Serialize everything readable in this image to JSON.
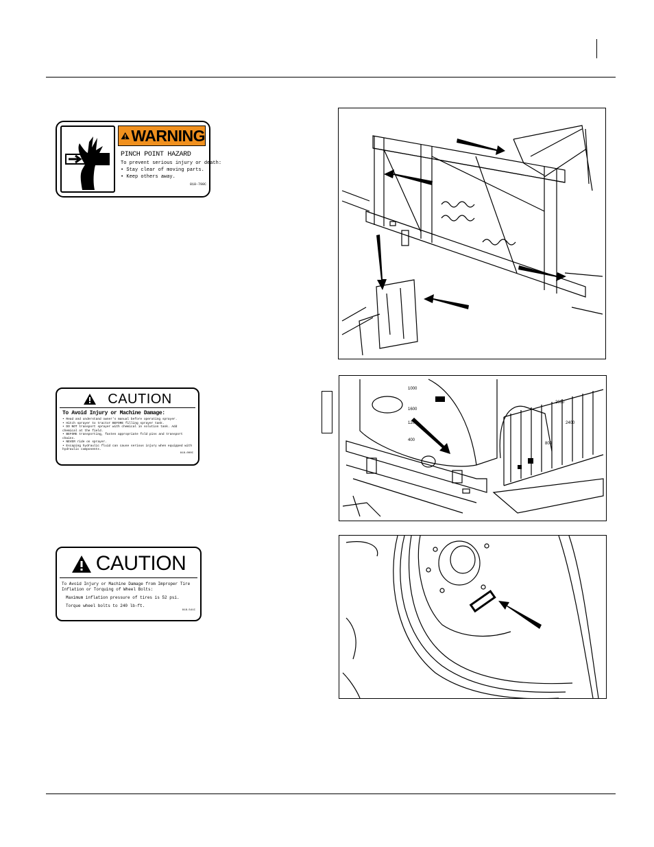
{
  "decals": {
    "warning": {
      "signal_word": "WARNING",
      "hazard": "PINCH POINT HAZARD",
      "intro": "To prevent serious injury or death:",
      "bullets": [
        "Stay clear of moving parts.",
        "Keep others away."
      ],
      "part_no": "818-798C",
      "accent_color": "#f0901e"
    },
    "caution_general": {
      "signal_word": "CAUTION",
      "heading": "To Avoid Injury or Machine Damage:",
      "bullets": [
        "Read and understand owner's manual before operating sprayer.",
        "Hitch sprayer to tractor BEFORE filling sprayer tank.",
        "DO NOT transport sprayer with chemical in solution tank. Add chemical at the field.",
        "BEFORE transporting, fasten appropriate fold pins and transport chains.",
        "NEVER ride on sprayer.",
        "Escaping hydraulic fluid can cause serious injury when equipped with hydraulic components."
      ],
      "part_no": "818-000C"
    },
    "caution_tire": {
      "signal_word": "CAUTION",
      "heading": "To Avoid Injury or Machine Damage from Improper Tire Inflation or Torquing of Wheel Bolts:",
      "lines": [
        "Maximum inflation pressure of tires is 52 psi.",
        "Torque wheel bolts to 240 lb-ft."
      ],
      "part_no": "818-541C"
    }
  },
  "figures": {
    "boom": {
      "icon": "boom-frame-illustration"
    },
    "tank": {
      "icon": "sprayer-tank-illustration",
      "tank_marks": [
        "1000",
        "2000",
        "2400",
        "1600",
        "1200",
        "800",
        "400"
      ]
    },
    "wheel": {
      "icon": "wheel-hub-illustration"
    }
  }
}
